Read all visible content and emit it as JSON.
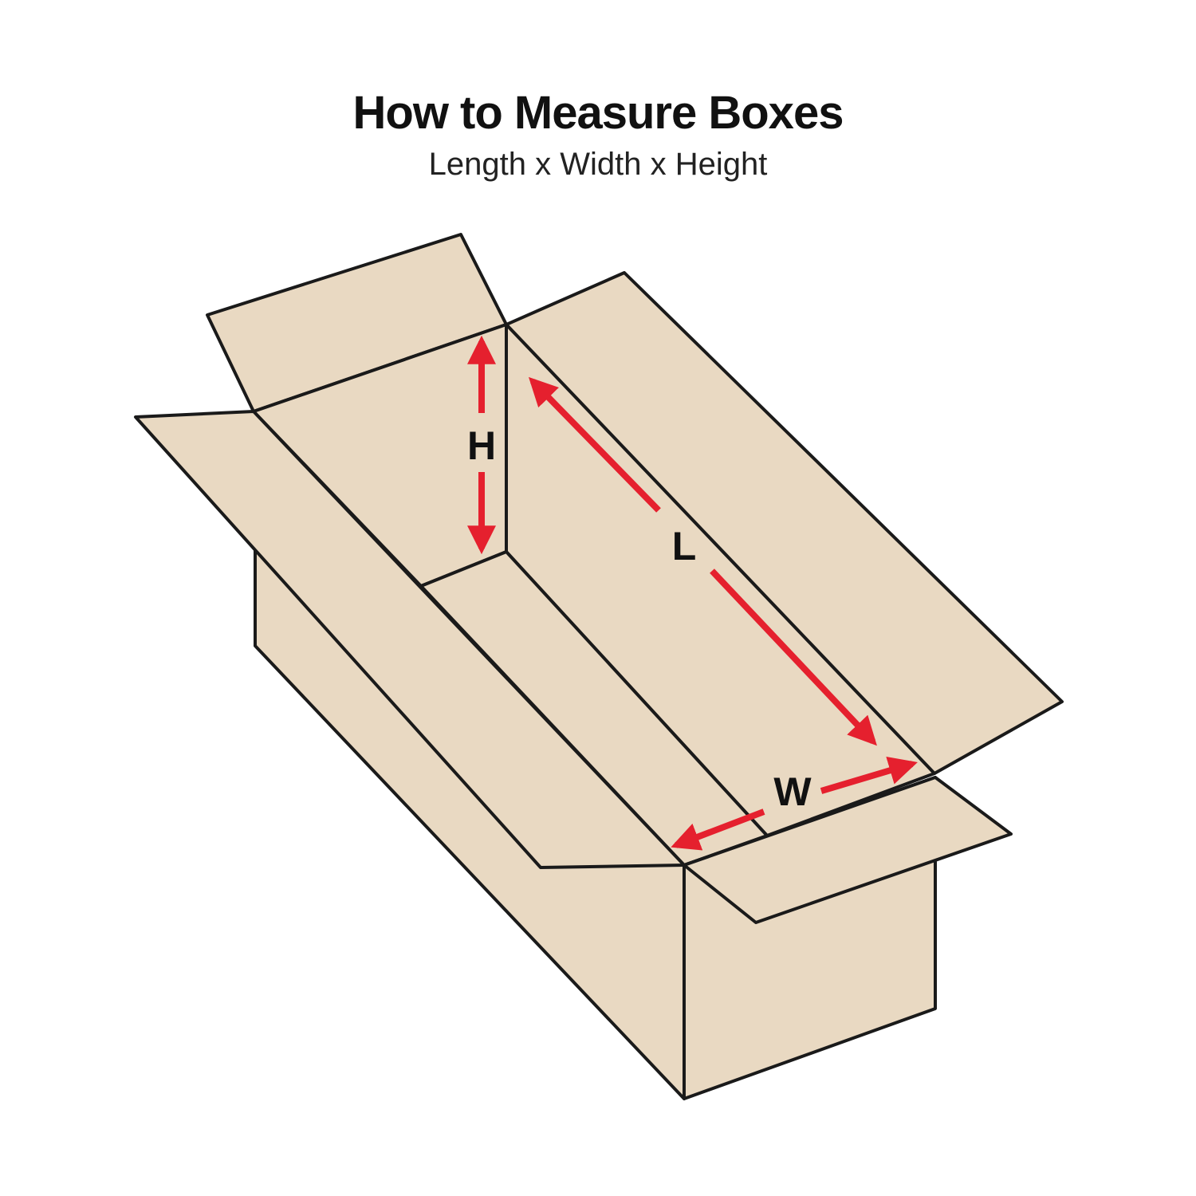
{
  "header": {
    "title": "How to Measure Boxes",
    "subtitle": "Length x Width x Height"
  },
  "dimensions": {
    "height_label": "H",
    "length_label": "L",
    "width_label": "W"
  },
  "colors": {
    "cardboard": "#E9D9C2",
    "outline": "#1A1A1A",
    "arrow": "#E5202E",
    "label": "#111111"
  }
}
